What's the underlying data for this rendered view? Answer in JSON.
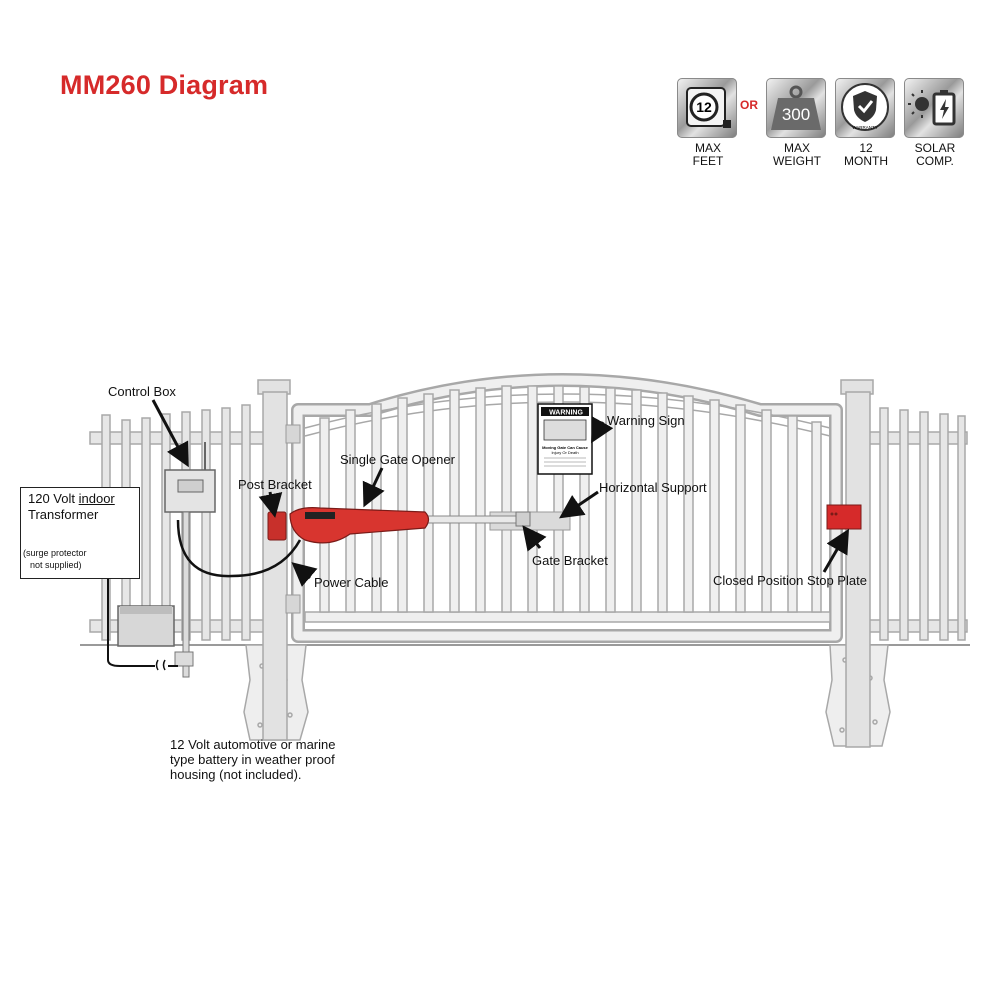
{
  "title": "MM260 Diagram",
  "badges": [
    {
      "icon": "tape-measure-icon",
      "value": "12",
      "caption_1": "MAX",
      "caption_2": "FEET"
    },
    {
      "icon": "weight-icon",
      "value": "300",
      "caption_1": "MAX",
      "caption_2": "WEIGHT"
    },
    {
      "icon": "warranty-shield-icon",
      "value": "WARRANTY",
      "caption_1": "12",
      "caption_2": "MONTH"
    },
    {
      "icon": "solar-battery-icon",
      "value": "",
      "caption_1": "SOLAR",
      "caption_2": "COMP."
    }
  ],
  "or_text": "OR",
  "labels": {
    "control_box": "Control Box",
    "transformer_1": "120 Volt",
    "transformer_indoor": "indoor",
    "transformer_2": "Transformer",
    "surge_1": "(surge protector",
    "surge_2": "not supplied)",
    "post_bracket": "Post Bracket",
    "single_gate_opener": "Single Gate Opener",
    "warning_sign": "Warning Sign",
    "horizontal_support": "Horizontal Support",
    "gate_bracket": "Gate Bracket",
    "power_cable": "Power Cable",
    "closed_stop_plate": "Closed Position Stop Plate",
    "battery_1": "12 Volt automotive or marine",
    "battery_2": "type battery in weather proof",
    "battery_3": "housing (not included)."
  },
  "warning_sign": {
    "heading": "WARNING",
    "line_1": "Moving Gate Can Cause",
    "line_2": "Injury Or Death"
  },
  "colors": {
    "accent_red": "#d62a2a",
    "gate_gray": "#d9d9d9",
    "outline": "#a8a8a8"
  }
}
